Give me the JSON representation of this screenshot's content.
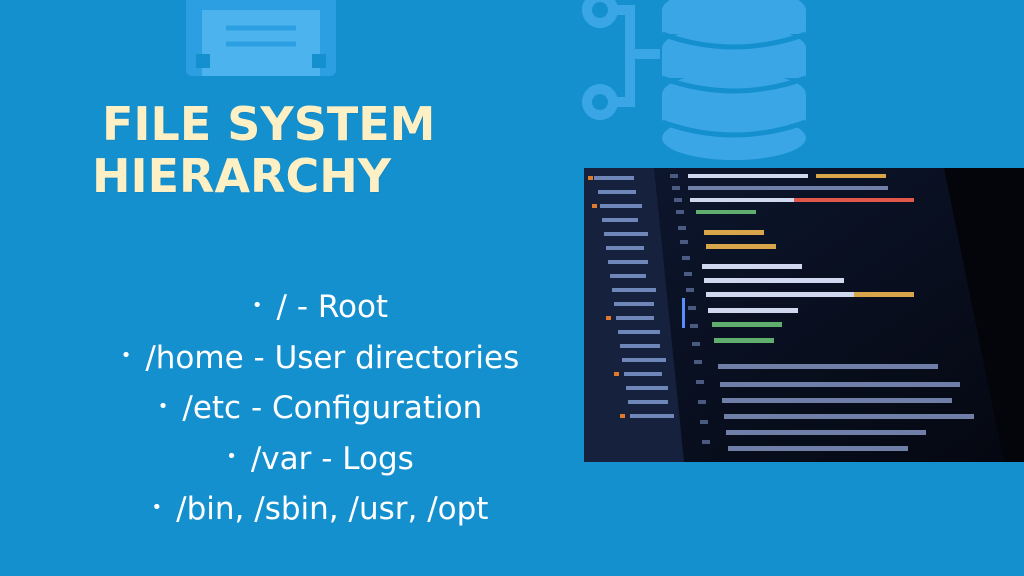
{
  "slide": {
    "title_line1": "FILE SYSTEM",
    "title_line2": "HIERARCHY",
    "bullets": [
      "/ - Root",
      "/home - User directories",
      "/etc - Configuration",
      "/var - Logs",
      "/bin, /sbin, /usr, /opt"
    ]
  },
  "colors": {
    "background": "#1590cf",
    "title": "#fdf0c4",
    "bullet_text": "#ffffff",
    "decor": "#3aa6e6"
  },
  "icons": {
    "floppy": "floppy-disk-icon",
    "database": "database-icon",
    "photo": "code-editor-photo"
  }
}
